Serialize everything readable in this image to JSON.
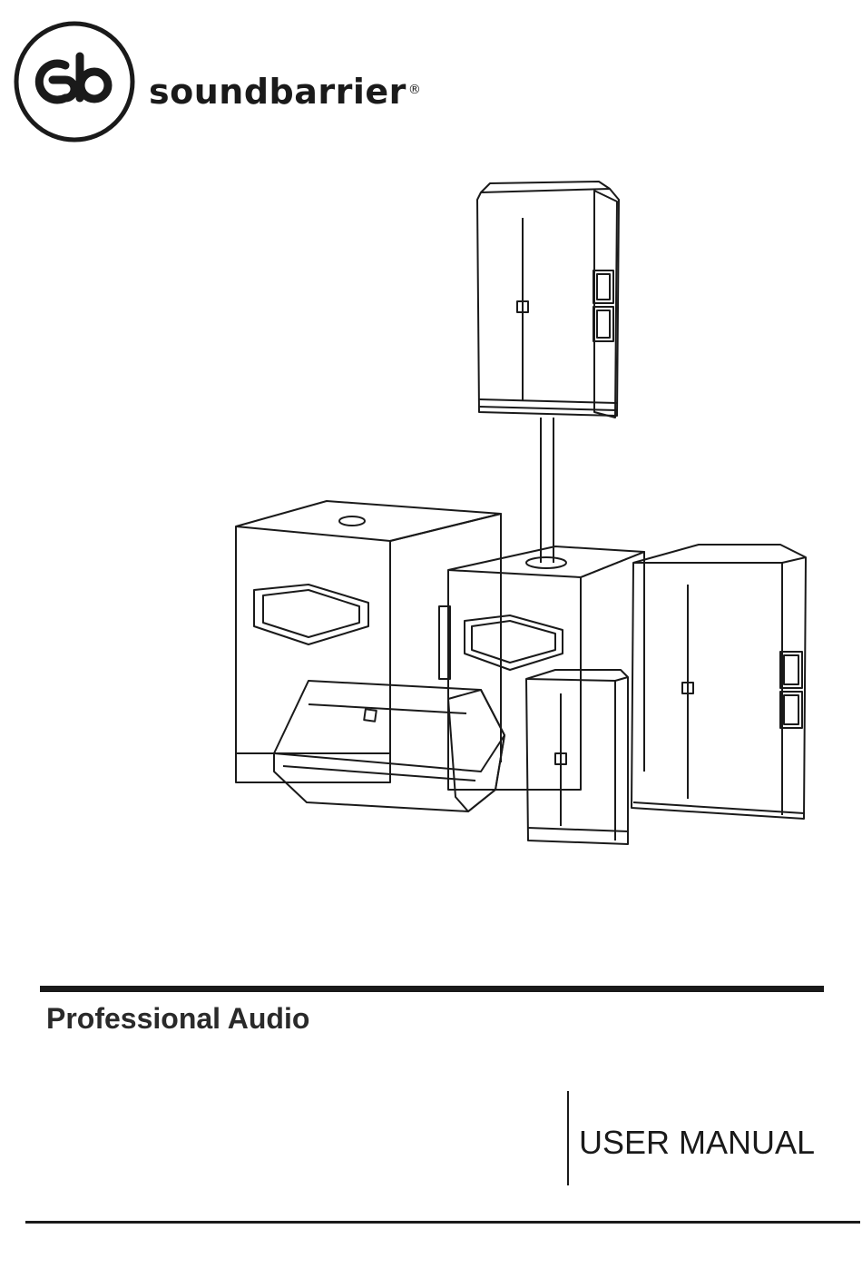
{
  "brand": {
    "name": "soundbarrier",
    "registered_mark": "®",
    "logo_monogram": "sb"
  },
  "cover": {
    "subtitle": "Professional Audio",
    "document_type": "USER MANUAL"
  },
  "illustration": {
    "subject": "speaker-lineup-line-drawing",
    "badge_text": "sb"
  },
  "colors": {
    "ink": "#1a1a1a",
    "paper": "#ffffff"
  }
}
